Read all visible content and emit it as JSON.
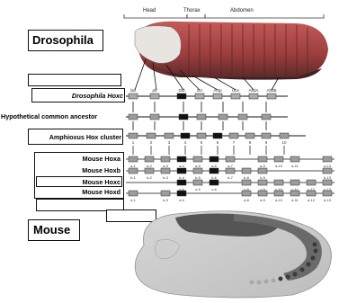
{
  "figure": {
    "body_regions": [
      "Head",
      "Thorax",
      "Abdomen"
    ],
    "drosophila_title": "Drosophila",
    "mouse_title": "Mouse",
    "rows": {
      "drosophila_hoxc": "Drosophila Hoxc",
      "common_ancestor": "Hypothetical common ancestor",
      "amphioxus": "Amphioxus Hox cluster",
      "mouse_hoxa": "Mouse Hoxa",
      "mouse_hoxb": "Mouse Hoxb",
      "mouse_hoxc": "Mouse Hoxc",
      "mouse_hoxd": "Mouse Hoxd"
    },
    "fly_genes": [
      "lab",
      "pb",
      "Dfd",
      "Scr",
      "Antp",
      "Ubx",
      "AbdA",
      "AbdB"
    ],
    "amphioxus_numbers": [
      "1",
      "2",
      "3",
      "4",
      "5",
      "6",
      "7",
      "8",
      "9",
      "10"
    ],
    "hoxa_genes": [
      "a-1",
      "a-2",
      "a-3",
      "a-4",
      "a-5",
      "a-6",
      "a-7",
      "",
      "a-9",
      "a-10",
      "a-11",
      "",
      "a-13"
    ],
    "hoxb_genes": [
      "b-1",
      "b-2",
      "b-3",
      "b-4",
      "b-5",
      "b-6",
      "b-7",
      "b-8",
      "b-9",
      "",
      "",
      "",
      "b-13"
    ],
    "hoxc_genes": [
      "",
      "",
      "",
      "c-4",
      "c-5",
      "c-6",
      "",
      "c-8",
      "c-9",
      "c-10",
      "c-11",
      "c-12",
      "c-13"
    ],
    "hoxd_genes": [
      "d-1",
      "",
      "d-3",
      "d-4",
      "",
      "",
      "",
      "d-8",
      "d-9",
      "d-10",
      "d-11",
      "d-12",
      "d-13"
    ]
  },
  "colors": {
    "drosophila_gene_fill": "#aaaaaa",
    "black_gene": "#111111",
    "gray_gene": "#9c9c9c"
  }
}
